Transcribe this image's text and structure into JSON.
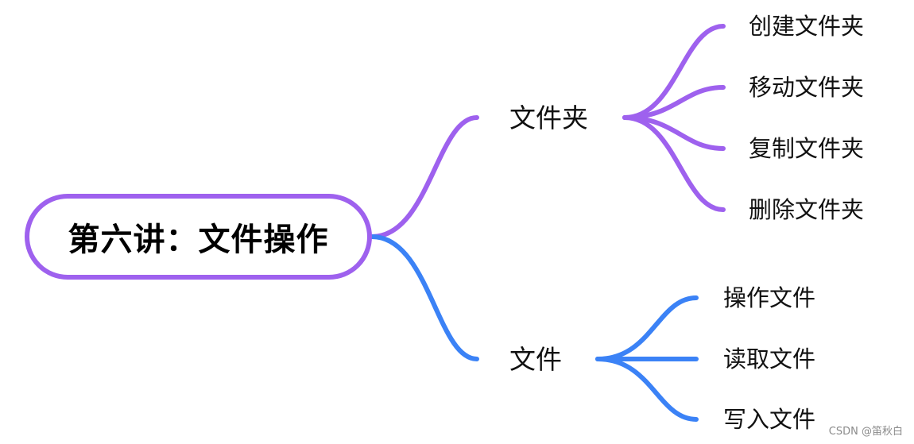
{
  "root": {
    "label": "第六讲：文件操作"
  },
  "branches": [
    {
      "label": "文件夹",
      "color": "#9e61ee",
      "children": [
        "创建文件夹",
        "移动文件夹",
        "复制文件夹",
        "删除文件夹"
      ]
    },
    {
      "label": "文件",
      "color": "#3b82f6",
      "children": [
        "操作文件",
        "读取文件",
        "写入文件"
      ]
    }
  ],
  "watermark": "CSDN @笛秋白"
}
